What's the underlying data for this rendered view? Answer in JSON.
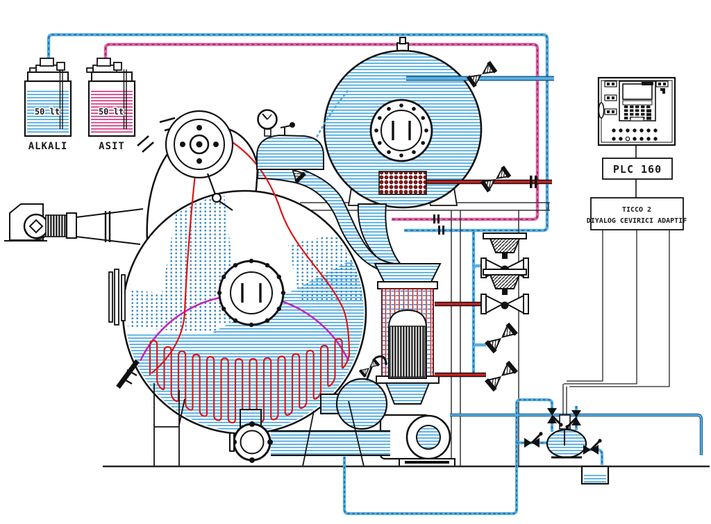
{
  "title": "dye-machine-piping-diagram",
  "dosing_station": {
    "alkali_tank": {
      "label": "ALKALI",
      "capacity": "50 lt"
    },
    "asit_tank": {
      "label": "ASIT",
      "capacity": "50 lt"
    }
  },
  "control_system": {
    "plc_label": "PLC 160",
    "controller_line1": "TICCO 2",
    "controller_line2": "DIYALOG CEVIRICI ADAPTIF"
  },
  "legend_colors": {
    "water": "#45a7e0",
    "alkali": "#45a7e0",
    "acid": "#d4357f",
    "steam": "#cc2020",
    "fabric": "#e01414"
  }
}
